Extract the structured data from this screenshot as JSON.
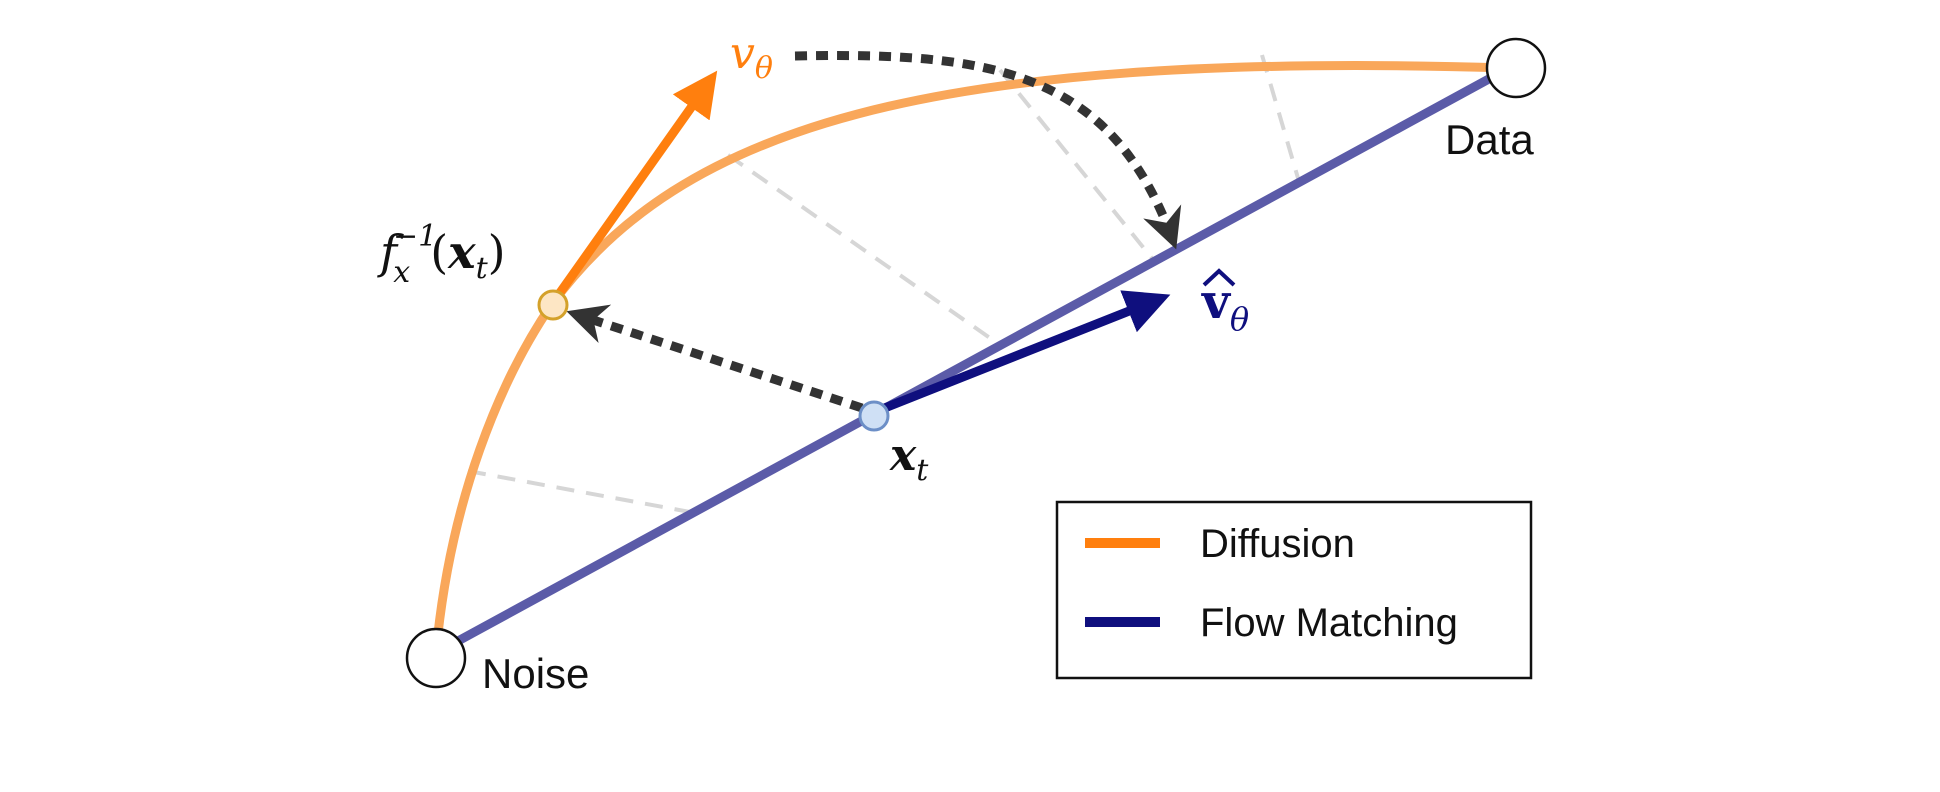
{
  "labels": {
    "noise": "Noise",
    "data": "Data",
    "v_theta": "v",
    "v_theta_sub": "θ",
    "v_hat": "v",
    "v_hat_sub": "θ",
    "x_t": "x",
    "x_t_sub": "t",
    "f_inv_f": "f",
    "f_inv_sub": "x",
    "f_inv_sup": "−1",
    "f_inv_arg_open": "(",
    "f_inv_arg_x": "x",
    "f_inv_arg_sub": "t",
    "f_inv_arg_close": ")"
  },
  "legend": {
    "items": [
      {
        "label": "Diffusion",
        "color": "#ff7f0e"
      },
      {
        "label": "Flow Matching",
        "color": "#0f0f7e"
      }
    ]
  },
  "colors": {
    "diffusion_curve": "#f9a75a",
    "diffusion_arrow": "#ff7f0e",
    "flow_line": "#5b5ba8",
    "flow_arrow": "#0f0f7e",
    "dotted_arrow": "#333333",
    "guide": "#d6d6d6",
    "point_xt_fill": "#cfe0f5",
    "point_xt_stroke": "#6c8fc7",
    "point_f_fill": "#fde6c4",
    "point_f_stroke": "#d4a12a"
  }
}
